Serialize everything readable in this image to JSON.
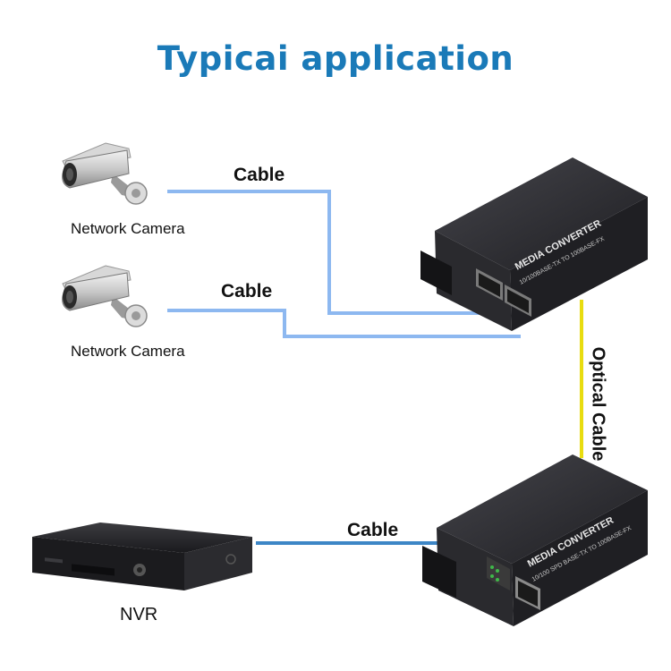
{
  "title": "Typicai application",
  "labels": {
    "cable_top": "Cable",
    "cable_mid": "Cable",
    "cable_bottom": "Cable",
    "optical_cable": "Optical Cable",
    "camera_1": "Network Camera",
    "camera_2": "Network Camera",
    "nvr": "NVR"
  },
  "devices": {
    "converter_text": "MEDIA CONVERTER",
    "converter_subtext_top": "10/100BASE-TX TO 100BASE-FX",
    "converter_subtext_bottom": "10/100 SPD BASE-TX TO 100BASE-FX"
  },
  "colors": {
    "title": "#1a7ab8",
    "ethernet_cable_top": "#8db8f0",
    "ethernet_cable_bottom": "#3d86c6",
    "optical_cable": "#e8dc10",
    "device_body": "#2c2c30"
  },
  "icons": [
    "network-camera-icon",
    "media-converter-icon",
    "nvr-icon"
  ]
}
